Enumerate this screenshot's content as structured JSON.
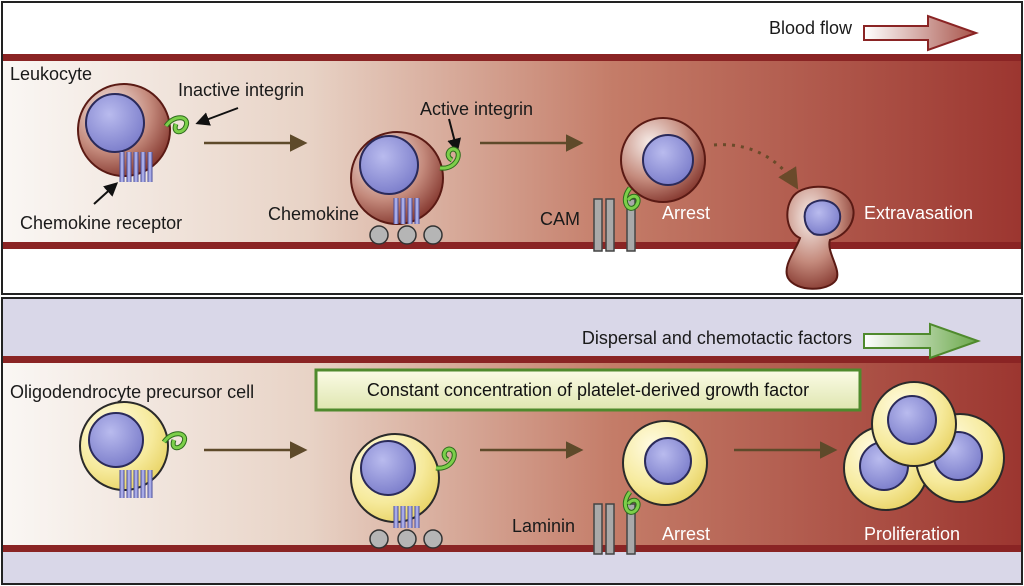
{
  "top_panel": {
    "flow_label": "Blood flow",
    "cell_label": "Leukocyte",
    "inactive_integrin_label": "Inactive integrin",
    "chemokine_receptor_label": "Chemokine receptor",
    "active_integrin_label": "Active integrin",
    "chemokine_label": "Chemokine",
    "cam_label": "CAM",
    "arrest_label": "Arrest",
    "extravasation_label": "Extravasation"
  },
  "bottom_panel": {
    "flow_label": "Dispersal and chemotactic factors",
    "cell_label": "Oligodendrocyte precursor cell",
    "banner_label": "Constant concentration of platelet-derived growth factor",
    "laminin_label": "Laminin",
    "arrest_label": "Arrest",
    "proliferation_label": "Proliferation"
  },
  "colors": {
    "vessel_wall": "#8a2424",
    "gradient_start": "#faf6f3",
    "gradient_end": "#9e3a33",
    "leukocyte_body": "#8e3a30",
    "opc_body": "#f4e68f",
    "nucleus": "#8d8fd6",
    "integrin": "#63b33a",
    "receptor": "#8f92d6",
    "blood_flow_arrow": "#b86a60",
    "dispersal_arrow": "#7fb35a",
    "banner_border": "#4f8a2d",
    "bottom_background": "#d9d7e8"
  },
  "icons": [
    "leukocyte-cell-icon",
    "opc-cell-icon",
    "integrin-icon",
    "chemokine-receptor-icon",
    "cam-icon",
    "laminin-icon",
    "chemokine-icon"
  ]
}
